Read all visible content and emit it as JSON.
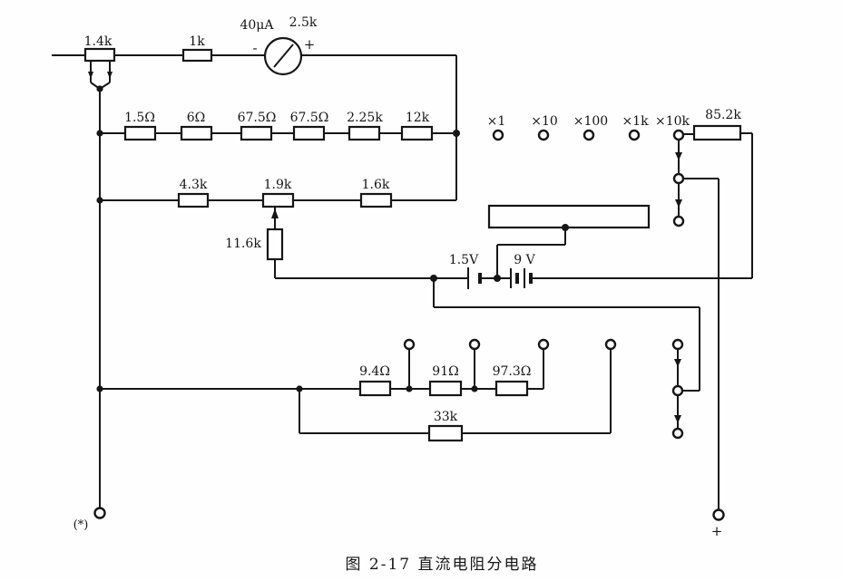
{
  "figure": {
    "caption": "图 2-17  直流电阻分电路"
  },
  "meter": {
    "current_label": "40μA",
    "resistance_label": "2.5k",
    "minus": "-",
    "plus": "+"
  },
  "resistors": {
    "pot_top": "1.4k",
    "series_1k": "1k",
    "row1": [
      "1.5Ω",
      "6Ω",
      "67.5Ω",
      "67.5Ω",
      "2.25k",
      "12k"
    ],
    "row2": [
      "4.3k",
      "1.9k",
      "1.6k"
    ],
    "shunt": "11.6k",
    "range_resistor": "85.2k",
    "bottom_row": [
      "9.4Ω",
      "91Ω",
      "97.3Ω"
    ],
    "parallel": "33k"
  },
  "batteries": {
    "cell_low": "1.5V",
    "cell_high": "9 V"
  },
  "range_switch": {
    "labels": [
      "×1",
      "×10",
      "×100",
      "×1k",
      "×10k"
    ]
  },
  "terminals": {
    "common": "(*)",
    "positive": "+"
  }
}
